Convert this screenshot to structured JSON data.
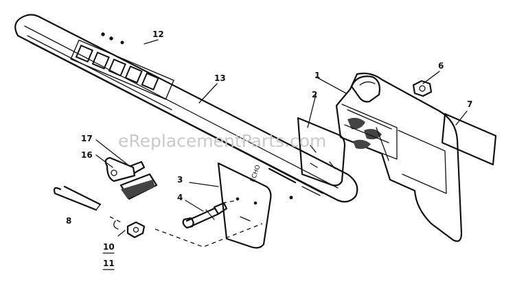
{
  "watermark": "eReplacementParts.com",
  "bar_brand": "ECHO",
  "callouts": {
    "c1": "1",
    "c2": "2",
    "c3": "3",
    "c4": "4",
    "c6": "6",
    "c7": "7",
    "c8": "8",
    "c10": "10",
    "c11": "11",
    "c12": "12",
    "c13": "13",
    "c16": "16",
    "c17": "17"
  },
  "colors": {
    "ink": "#111111",
    "watermark": "#c9c9c9",
    "background": "#ffffff"
  }
}
